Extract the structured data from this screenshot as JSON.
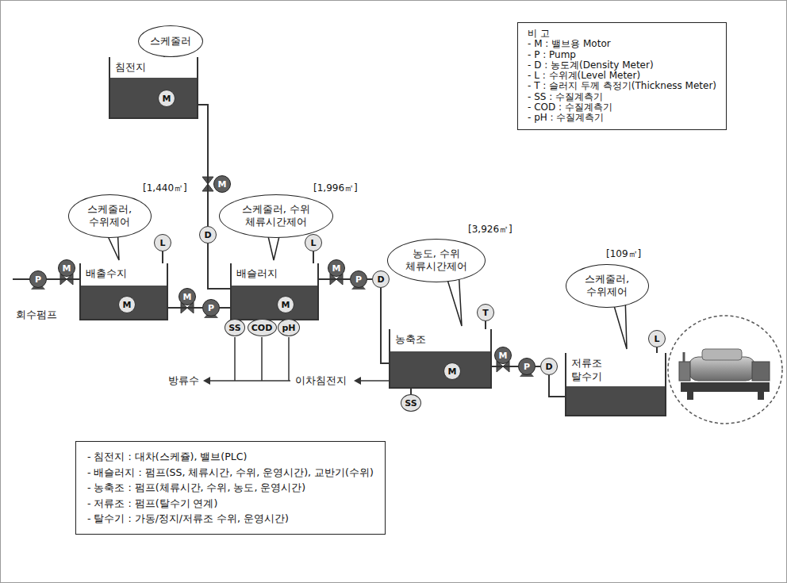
{
  "diagram": {
    "nodes": [
      {
        "text": [
          "스케줄러"
        ]
      },
      {
        "text": [
          "침전지"
        ]
      },
      {
        "text": [
          "M"
        ],
        "in": 1
      },
      {
        "text": [
          "비 고",
          "- M : 밸브용 Motor",
          "- P : Pump",
          "- D : 농도계(Density Meter)",
          "- L : 수위계(Level Meter)",
          "- T : 슬러지 두께 측정기(Thickness Meter)",
          "- SS : 수질계측기",
          "- COD : 수질계측기",
          "- pH : 수질계측기"
        ]
      },
      {
        "text": [
          "M"
        ]
      },
      {
        "text": [
          "스케줄러, 수위제어"
        ]
      },
      {
        "text": [
          "스케줄러, 수위 체류시간제어"
        ]
      },
      {
        "text": [
          "D"
        ]
      },
      {
        "text": [
          "L"
        ]
      },
      {
        "text": [
          "L"
        ]
      },
      {
        "text": [
          "배출수지"
        ]
      },
      {
        "text": [
          "M"
        ],
        "in": 10
      },
      {
        "text": [
          "P"
        ]
      },
      {
        "text": [
          "M"
        ]
      },
      {
        "text": [
          "배슬러지"
        ]
      },
      {
        "text": [
          "M"
        ],
        "in": 14
      },
      {
        "text": [
          "M"
        ]
      },
      {
        "text": [
          "P"
        ]
      },
      {
        "text": [
          "M"
        ]
      },
      {
        "text": [
          "P"
        ]
      },
      {
        "text": [
          "D"
        ]
      },
      {
        "text": [
          "농도, 수위 체류시간제어"
        ]
      },
      {
        "text": [
          "T"
        ]
      },
      {
        "text": [
          "스케줄러, 수위제어"
        ]
      },
      {
        "text": [
          "L"
        ]
      },
      {
        "text": [
          "농축조"
        ]
      },
      {
        "text": [
          "M"
        ],
        "in": 25
      },
      {
        "text": [
          "M"
        ]
      },
      {
        "text": [
          "P"
        ]
      },
      {
        "text": [
          "D"
        ]
      },
      {
        "text": [
          "저류조 탈수기"
        ]
      },
      {
        "text": [
          "SS"
        ]
      },
      {
        "text": [
          "COD"
        ]
      },
      {
        "text": [
          "pH"
        ]
      },
      {
        "text": [
          "SS"
        ]
      },
      {
        "text": [
          "- 침전지 : 대차(스케쥴), 밸브(PLC)",
          "- 배슬러지 : 펌프(SS, 체류시간, 수위, 운영시간), 교반기(수위)",
          "- 농축조 : 펌프(체류시간, 수위, 농도, 운영시간)",
          "- 저류조 : 펌프(탈수기 연계)",
          "- 탈수기 : 가동/정지/저류조 수위, 운영시간)"
        ]
      }
    ],
    "edges": [
      {
        "from": 12,
        "to": 10,
        "arrow": "none"
      },
      {
        "from": 10,
        "to": 17,
        "arrow": "none"
      },
      {
        "from": 17,
        "to": 14,
        "arrow": "none"
      },
      {
        "from": 1,
        "to": 7,
        "arrow": "none"
      },
      {
        "from": 7,
        "to": 14,
        "arrow": "none"
      },
      {
        "from": 14,
        "to": 19,
        "arrow": "none"
      },
      {
        "from": 19,
        "to": 20,
        "arrow": "none"
      },
      {
        "from": 20,
        "to": 25,
        "arrow": "none"
      },
      {
        "from": 25,
        "to": 28,
        "arrow": "none"
      },
      {
        "from": 28,
        "to": 29,
        "arrow": "none"
      },
      {
        "from": 29,
        "to": 30,
        "arrow": "none"
      },
      {
        "from": 8,
        "to": 10,
        "arrow": "none"
      },
      {
        "from": 9,
        "to": 14,
        "arrow": "none"
      },
      {
        "from": 22,
        "to": 25,
        "arrow": "none"
      },
      {
        "from": 24,
        "to": 30,
        "arrow": "none"
      },
      {
        "from": 25,
        "to": 34,
        "arrow": "none"
      }
    ],
    "labels": [
      "[1,440㎡]",
      "[1,996㎡]",
      "[3,926㎡]",
      "[109㎡]",
      "회수펌프",
      "방류수",
      "이차침전지"
    ]
  }
}
